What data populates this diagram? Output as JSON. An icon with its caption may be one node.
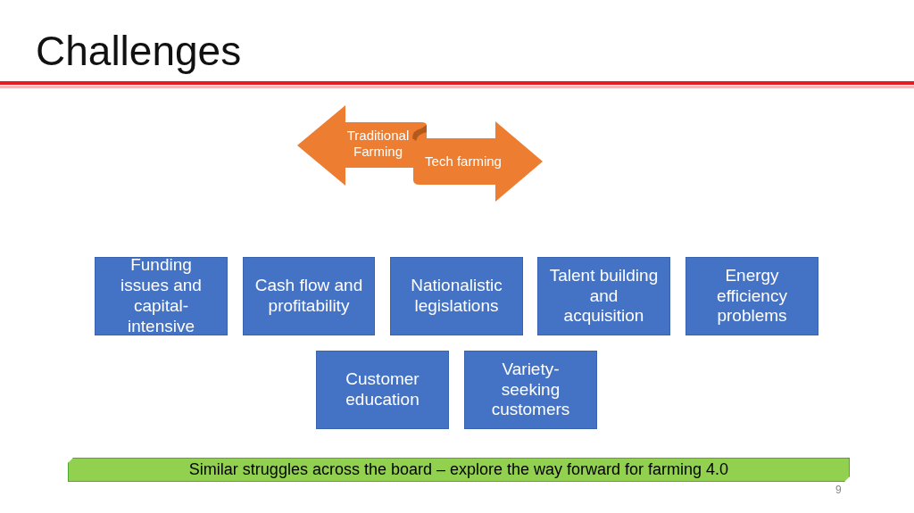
{
  "diagram": {
    "title": "Challenges",
    "nodes": [
      {
        "text": [
          "Traditional Farming"
        ]
      },
      {
        "text": [
          "Tech farming"
        ]
      },
      {
        "text": [
          "Funding issues and capital-intensive"
        ]
      },
      {
        "text": [
          "Cash flow and profitability"
        ]
      },
      {
        "text": [
          "Nationalistic legislations"
        ]
      },
      {
        "text": [
          "Talent building and acquisition"
        ]
      },
      {
        "text": [
          "Energy efficiency problems"
        ]
      },
      {
        "text": [
          "Customer education"
        ]
      },
      {
        "text": [
          "Variety-seeking customers"
        ]
      },
      {
        "text": [
          "Similar struggles across the board – explore the way forward for farming 4.0"
        ]
      }
    ],
    "labels": [
      "9"
    ]
  }
}
